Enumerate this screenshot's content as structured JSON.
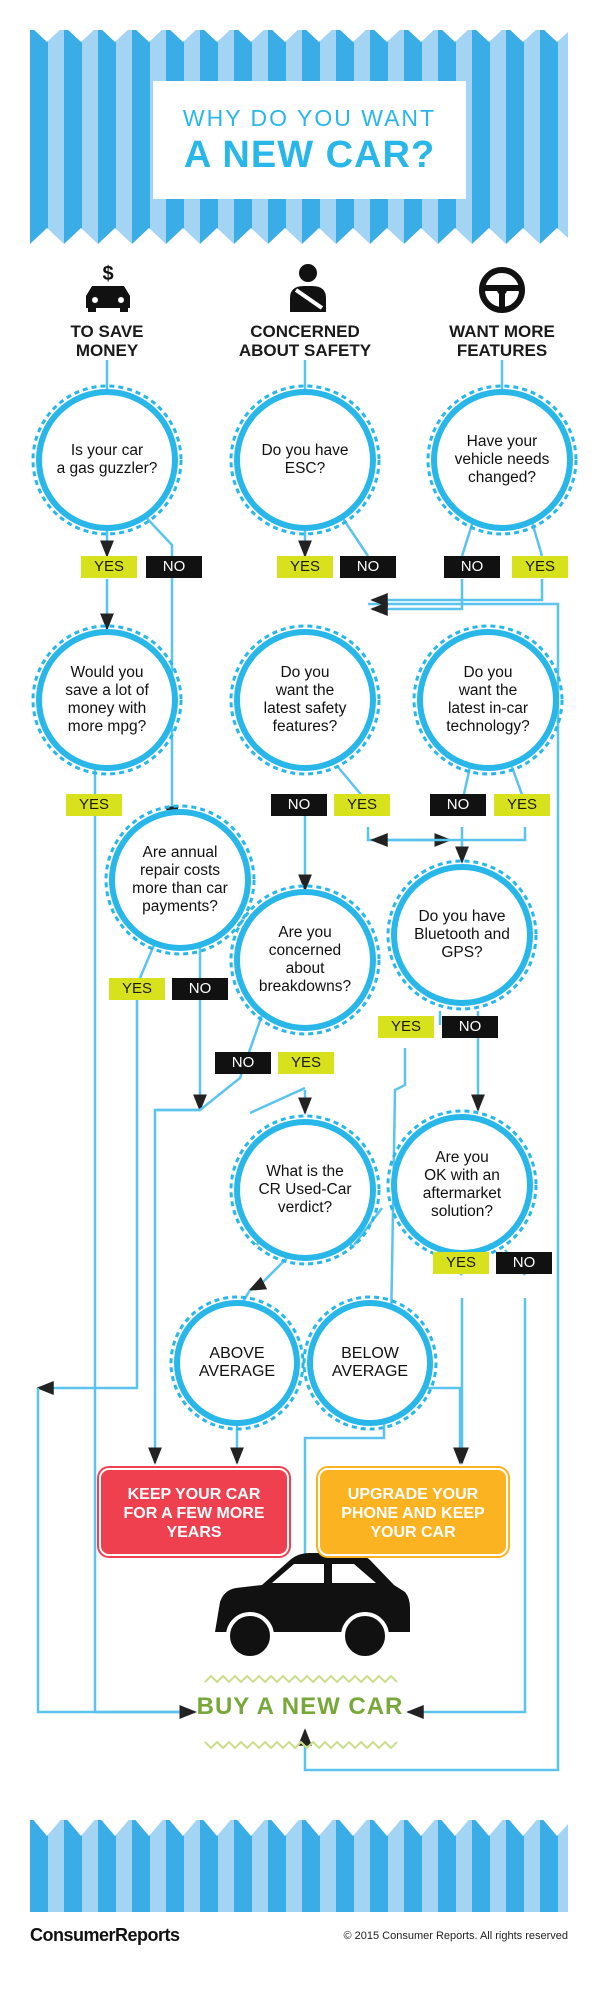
{
  "title": {
    "line1": "WHY DO YOU WANT",
    "line2": "A NEW CAR?"
  },
  "categories": [
    {
      "label": "TO SAVE\nMONEY",
      "icon": "car-dollar-icon"
    },
    {
      "label": "CONCERNED\nABOUT SAFETY",
      "icon": "seatbelt-person-icon"
    },
    {
      "label": "WANT MORE\nFEATURES",
      "icon": "steering-wheel-icon"
    }
  ],
  "questions": {
    "gas_guzzler": "Is your car\na gas guzzler?",
    "save_money": "Would you\nsave a lot of\nmoney with\nmore mpg?",
    "repair_costs": "Are annual\nrepair costs\nmore than car\npayments?",
    "esc": "Do you have\nESC?",
    "safety_features": "Do you\nwant the\nlatest safety\nfeatures?",
    "breakdowns": "Are you\nconcerned\nabout\nbreakdowns?",
    "verdict": "What is the\nCR Used-Car\nverdict?",
    "above_average": "ABOVE\nAVERAGE",
    "below_average": "BELOW\nAVERAGE",
    "needs_changed": "Have your\nvehicle needs\nchanged?",
    "in_car_tech": "Do you\nwant the\nlatest in-car\ntechnology?",
    "bluetooth_gps": "Do you have\nBluetooth and\nGPS?",
    "aftermarket": "Are you\nOK with an\naftermarket\nsolution?"
  },
  "answers": {
    "yes": "YES",
    "no": "NO"
  },
  "outcomes": {
    "keep_car": "KEEP YOUR CAR\nFOR A FEW MORE\nYEARS",
    "upgrade_phone": "UPGRADE YOUR\nPHONE AND KEEP\nYOUR CAR",
    "buy_new": "BUY A NEW CAR"
  },
  "footer": {
    "brand": "ConsumerReports",
    "copyright": "© 2015 Consumer Reports. All rights reserved"
  },
  "colors": {
    "stripe_light": "#a3d4f3",
    "stripe_mid": "#3aace6",
    "circle_stroke": "#29b7ea",
    "yes_tag": "#d8e21c",
    "no_tag": "#111111",
    "keep_red": "#ef4050",
    "upgrade_yellow": "#fbb321",
    "buy_green": "#78a83a",
    "line": "#5bc4ee"
  }
}
